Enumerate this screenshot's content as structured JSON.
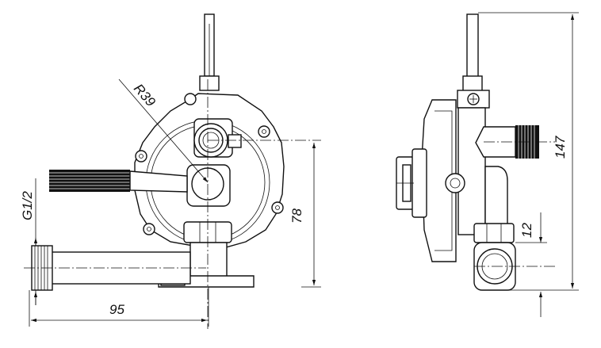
{
  "dimensions": {
    "radius": "R39",
    "pipe_thread": "G1/2",
    "height_78": "78",
    "length_95": "95",
    "offset_12": "12",
    "height_147": "147"
  }
}
